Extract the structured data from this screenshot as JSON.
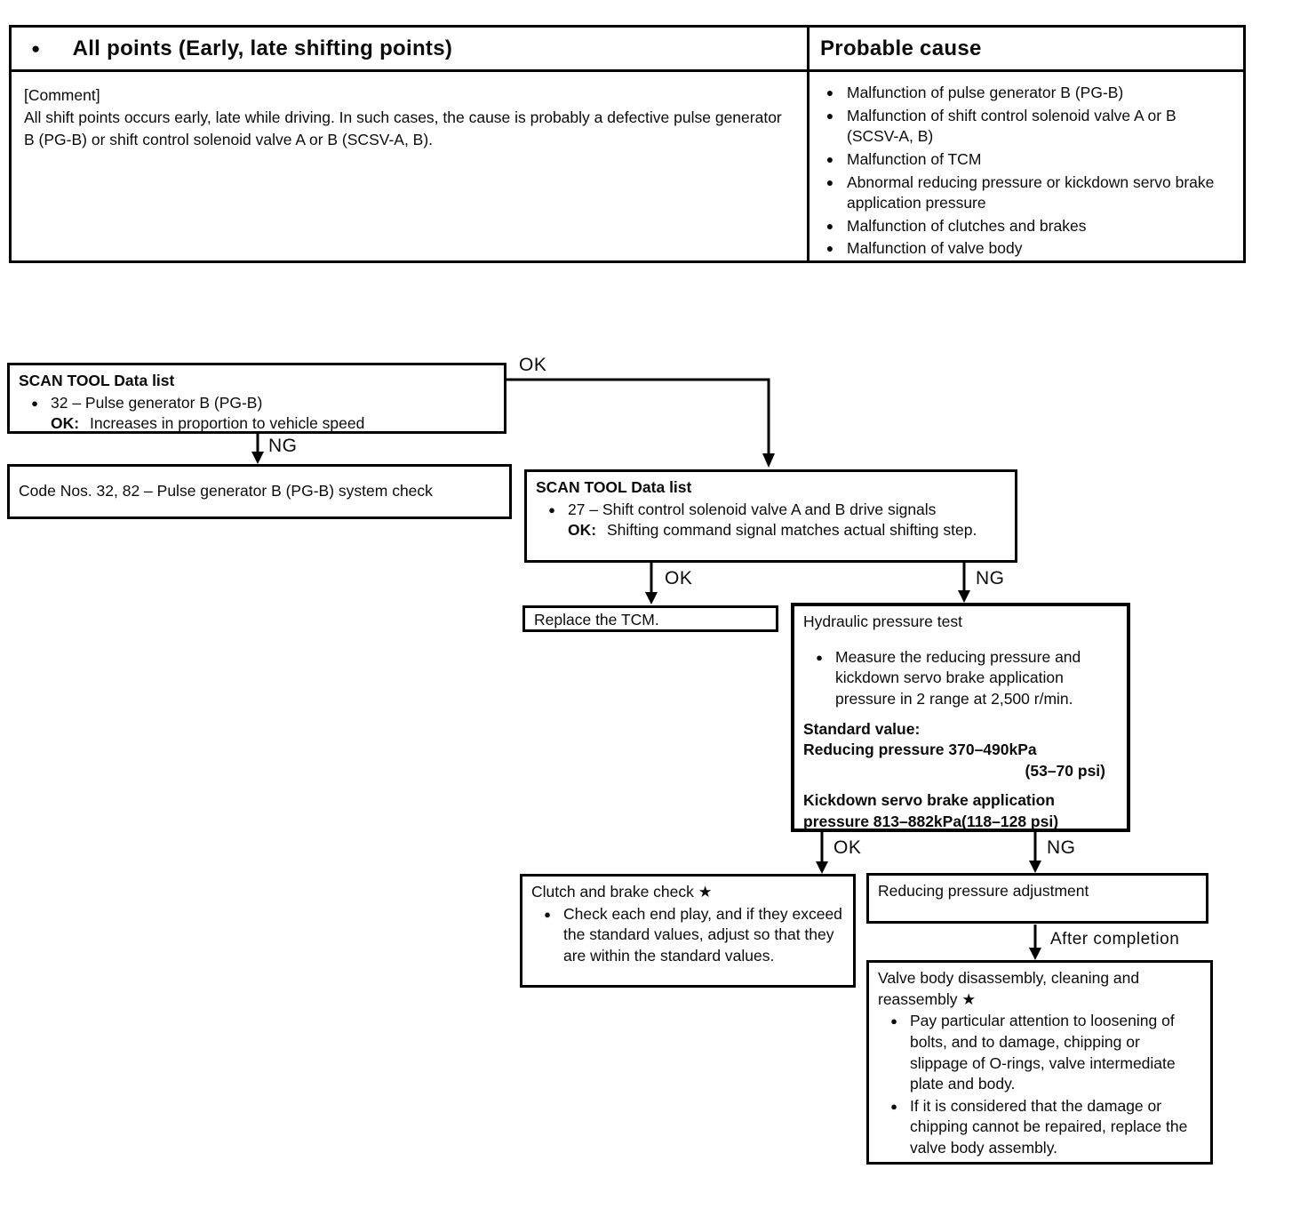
{
  "icons": {
    "bullet": "●"
  },
  "table": {
    "symptom_header": "All points (Early, late shifting points)",
    "cause_header": "Probable cause",
    "comment_tag": "[Comment]",
    "comment_body": "All shift points occurs early, late while driving.  In such cases, the cause is probably a defective pulse generator B (PG-B) or shift control solenoid valve A or B (SCSV-A, B).",
    "causes": [
      "Malfunction of pulse generator B (PG-B)",
      "Malfunction of shift control solenoid valve A or B (SCSV-A, B)",
      "Malfunction of TCM",
      "Abnormal reducing pressure or kickdown servo brake application pressure",
      "Malfunction of clutches and brakes",
      "Malfunction of valve body"
    ]
  },
  "flowchart": {
    "edges": {
      "ok1": "OK",
      "ng1": "NG",
      "ok2": "OK",
      "ng2": "NG",
      "ok3": "OK",
      "ng3": "NG",
      "after": "After completion"
    },
    "scan32": {
      "title": "SCAN TOOL Data list",
      "item": "32 – Pulse generator B (PG-B)",
      "ok_label": "OK:",
      "ok_text": "Increases in proportion to vehicle speed"
    },
    "code_check": "Code Nos. 32, 82 – Pulse generator B (PG-B) system check",
    "scan27": {
      "title": "SCAN TOOL Data list",
      "item": "27 – Shift control solenoid valve A and B drive signals",
      "ok_label": "OK:",
      "ok_text": "Shifting command signal matches actual shifting step."
    },
    "replace_tcm": "Replace the TCM.",
    "hydraulic": {
      "title": "Hydraulic pressure test",
      "bullet_text": "Measure the reducing pressure and kickdown servo brake application pressure in 2 range at 2,500 r/min.",
      "standard_label": "Standard value:",
      "reducing_line": "Reducing pressure  370–490kPa",
      "reducing_psi": "(53–70 psi)",
      "kickdown_line": "Kickdown servo brake application pressure 813–882kPa(118–128 psi)"
    },
    "clutch": {
      "title": "Clutch and brake check ★",
      "bullet_text": "Check each end play, and if they exceed the standard values, adjust so that they are within the standard values."
    },
    "reducing_adjustment": "Reducing pressure adjustment",
    "valve_body": {
      "title": "Valve body disassembly, cleaning and reassembly ★",
      "bullet1": "Pay particular attention to loosening of bolts, and to damage, chipping or slippage of O-rings, valve intermediate plate and body.",
      "bullet2": "If it is considered that the damage or chipping cannot be repaired, replace the valve body assembly."
    }
  }
}
